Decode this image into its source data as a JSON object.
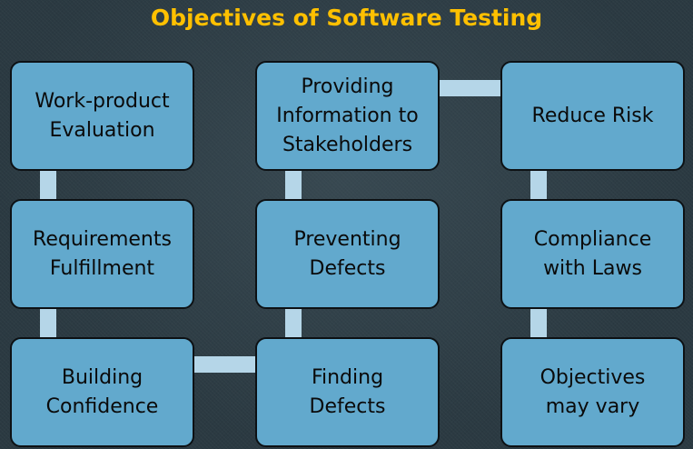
{
  "title": "Objectives of Software Testing",
  "colors": {
    "title": "#ffc000",
    "box_fill": "#62a9cd",
    "box_text": "#0a0a0a",
    "connector": "#b5d6e8"
  },
  "objectives": [
    "Work-product\nEvaluation",
    "Requirements\nFulfillment",
    "Building\nConfidence",
    "Providing\nInformation to\nStakeholders",
    "Preventing\nDefects",
    "Finding\nDefects",
    "Reduce Risk",
    "Compliance\nwith Laws",
    "Objectives\nmay vary"
  ]
}
